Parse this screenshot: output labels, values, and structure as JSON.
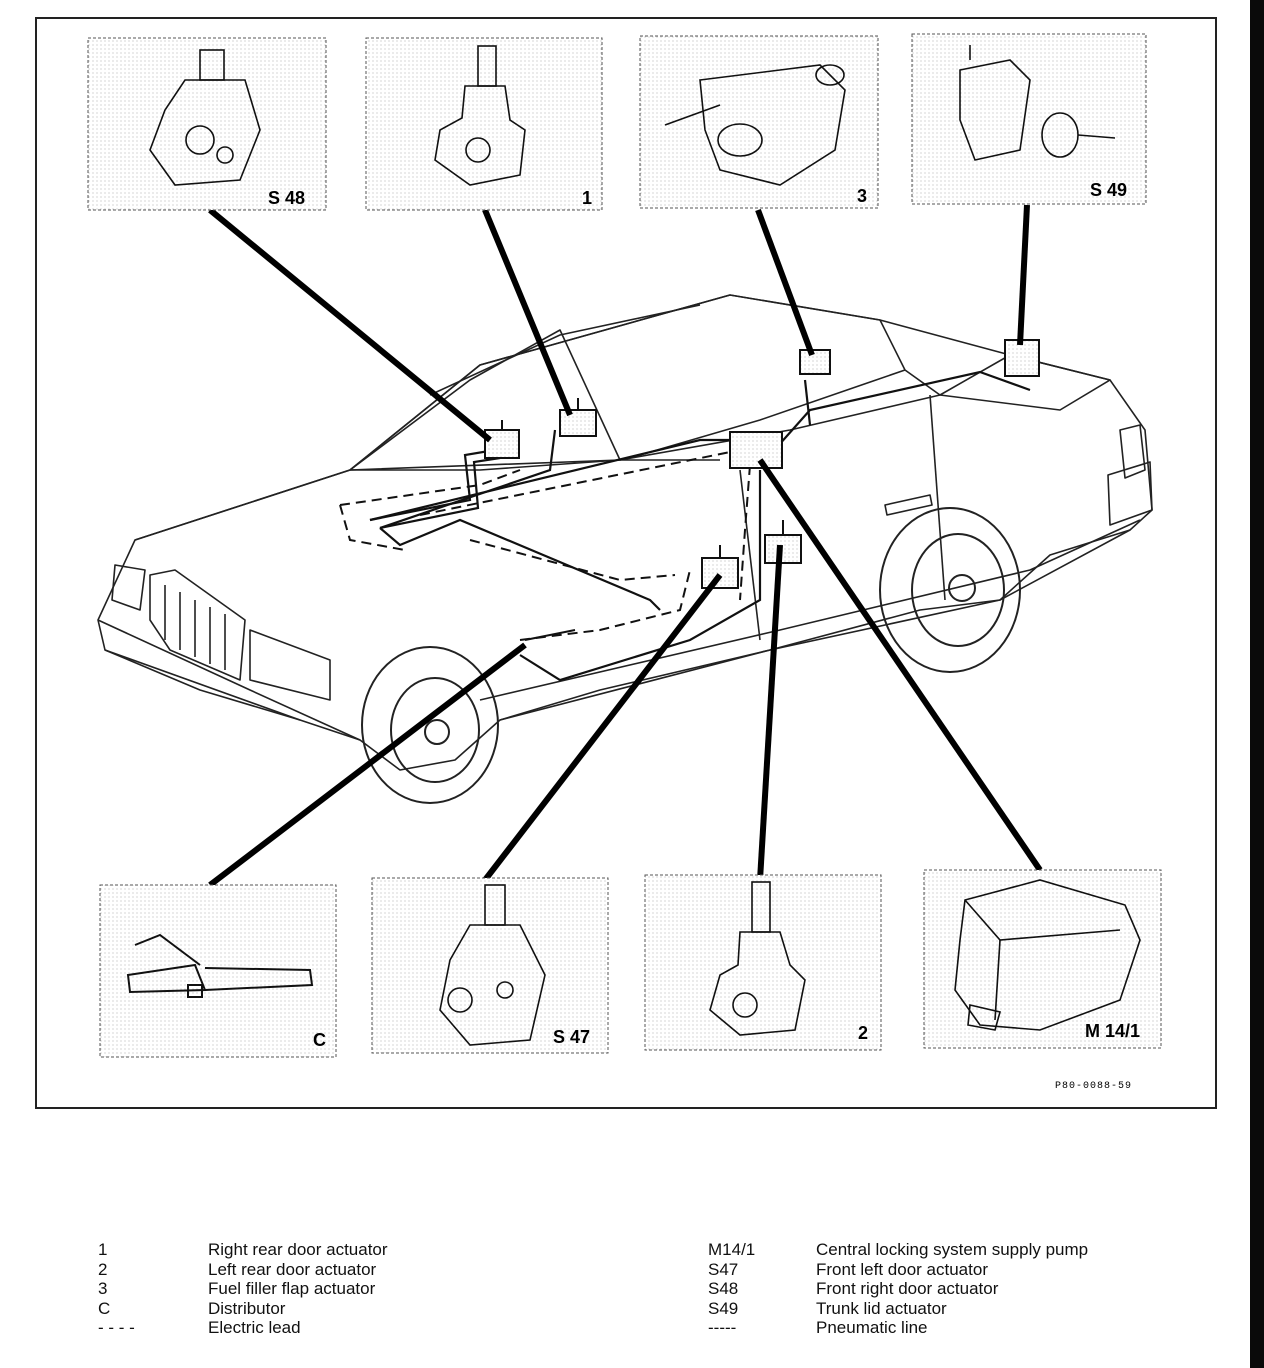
{
  "figure": {
    "callouts": [
      {
        "id": "S48",
        "label": "S 48"
      },
      {
        "id": "1",
        "label": "1"
      },
      {
        "id": "3",
        "label": "3"
      },
      {
        "id": "S49",
        "label": "S 49"
      },
      {
        "id": "C",
        "label": "C"
      },
      {
        "id": "S47",
        "label": "S 47"
      },
      {
        "id": "2",
        "label": "2"
      },
      {
        "id": "M14/1",
        "label": "M 14/1"
      }
    ],
    "ref_code": "P80-0088-59"
  },
  "legend": {
    "left": [
      {
        "code": "1",
        "description": "Right rear door actuator"
      },
      {
        "code": "2",
        "description": "Left rear door actuator"
      },
      {
        "code": "3",
        "description": "Fuel filler flap actuator"
      },
      {
        "code": "C",
        "description": "Distributor"
      },
      {
        "code": "- - - -",
        "description": "Electric lead"
      }
    ],
    "right": [
      {
        "code": "M14/1",
        "description": "Central locking system supply pump"
      },
      {
        "code": "S47",
        "description": "Front left door actuator"
      },
      {
        "code": "S48",
        "description": "Front right door actuator"
      },
      {
        "code": "S49",
        "description": "Trunk lid actuator"
      },
      {
        "code": "-----",
        "description": "Pneumatic line"
      }
    ]
  }
}
